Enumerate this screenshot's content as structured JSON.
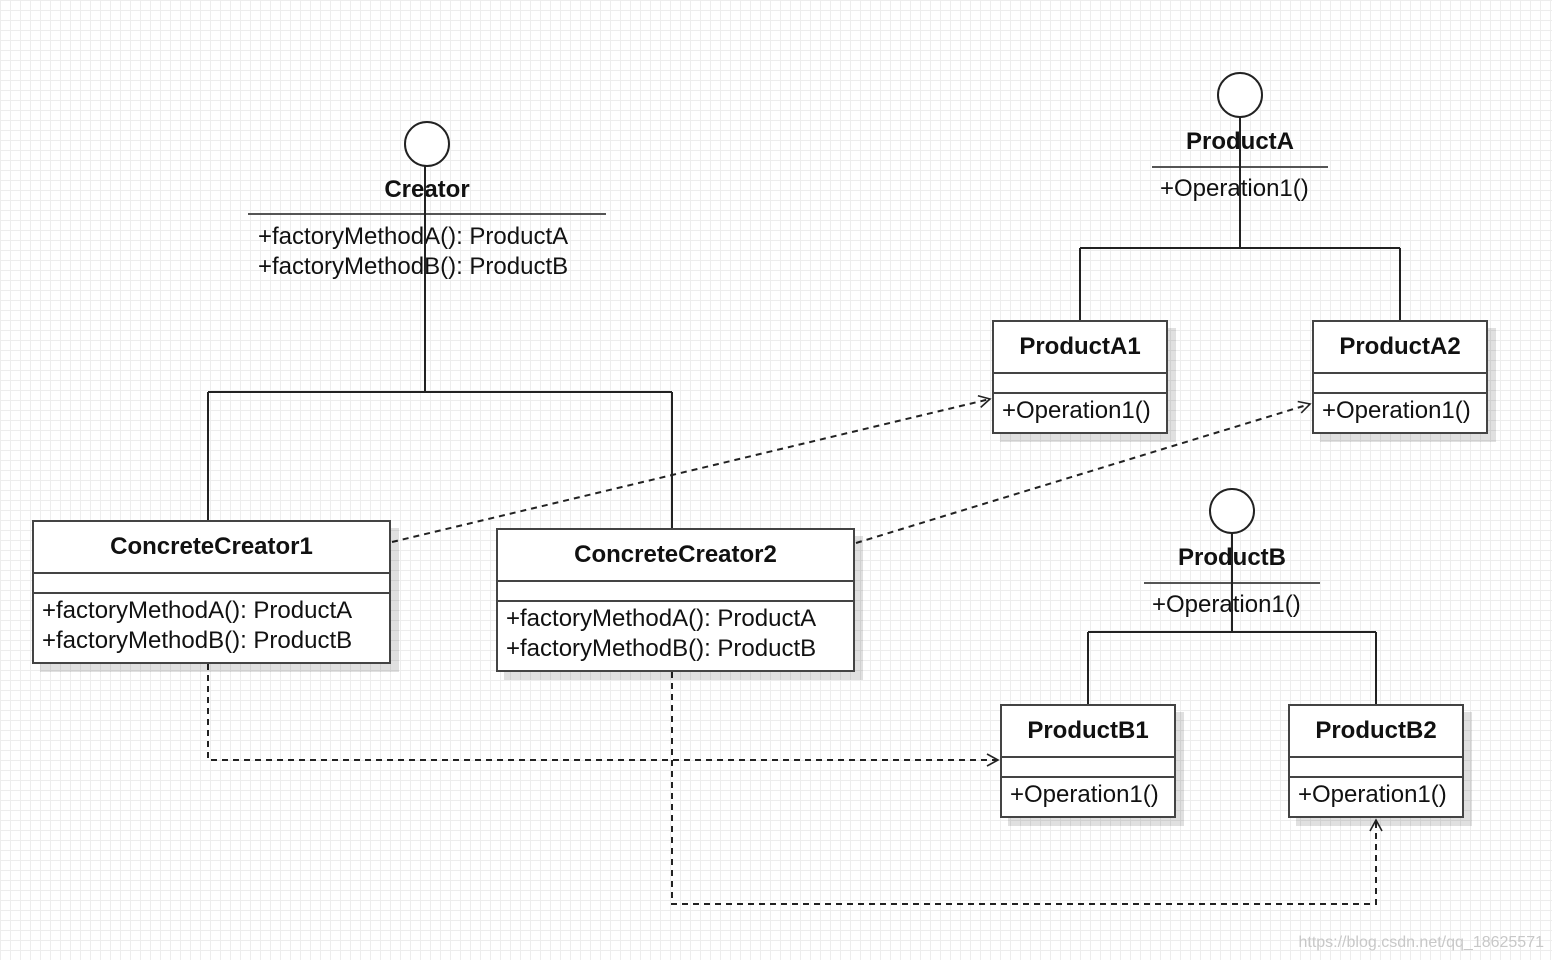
{
  "interfaces": {
    "creator": {
      "name": "Creator",
      "operations": [
        "+factoryMethodA(): ProductA",
        "+factoryMethodB(): ProductB"
      ]
    },
    "productA": {
      "name": "ProductA",
      "operations": [
        "+Operation1()"
      ]
    },
    "productB": {
      "name": "ProductB",
      "operations": [
        "+Operation1()"
      ]
    }
  },
  "classes": {
    "concreteCreator1": {
      "name": "ConcreteCreator1",
      "operations": [
        "+factoryMethodA(): ProductA",
        "+factoryMethodB(): ProductB"
      ]
    },
    "concreteCreator2": {
      "name": "ConcreteCreator2",
      "operations": [
        "+factoryMethodA(): ProductA",
        "+factoryMethodB(): ProductB"
      ]
    },
    "productA1": {
      "name": "ProductA1",
      "operations": [
        "+Operation1()"
      ]
    },
    "productA2": {
      "name": "ProductA2",
      "operations": [
        "+Operation1()"
      ]
    },
    "productB1": {
      "name": "ProductB1",
      "operations": [
        "+Operation1()"
      ]
    },
    "productB2": {
      "name": "ProductB2",
      "operations": [
        "+Operation1()"
      ]
    }
  },
  "watermark": "https://blog.csdn.net/qq_18625571",
  "colors": {
    "line": "#222222",
    "box_border": "#444444",
    "grid": "#ededed"
  }
}
